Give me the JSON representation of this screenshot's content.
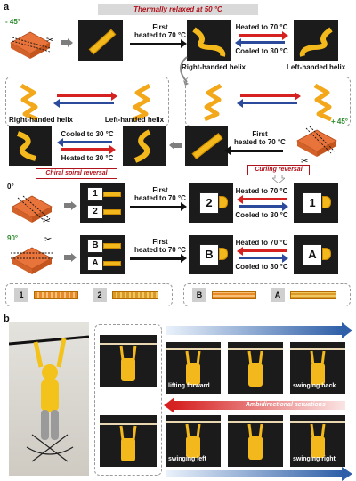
{
  "panels": {
    "a": "a",
    "b": "b"
  },
  "banner": "Thermally relaxed at 50 °C",
  "angles": {
    "minus45": "- 45°",
    "plus45": "+ 45°",
    "zero": "0°",
    "ninety": "90°"
  },
  "steps": {
    "first_heat": "First\nheated to 70 °C",
    "heated_70": "Heated to 70 °C",
    "cooled_30": "Cooled to 30 °C",
    "heated_30": "Heated to 30 °C"
  },
  "helix": {
    "right": "Right-handed helix",
    "left": "Left-handed helix"
  },
  "tags": {
    "chiral": "Chiral spiral reversal",
    "curling": "Curling reversal"
  },
  "cards": {
    "one": "1",
    "two": "2",
    "B": "B",
    "A": "A"
  },
  "legend": {
    "one": "1",
    "two": "2",
    "B": "B",
    "A": "A"
  },
  "actions": {
    "lifting_forward": "lifting forward",
    "swinging_back": "swinging back",
    "swinging_left": "swinging left",
    "swinging_right": "swinging right",
    "ambidirectional": "Ambidirectional actuations"
  },
  "colors": {
    "accent_red": "#d62121",
    "accent_blue": "#2c4a9c",
    "strip_yellow": "#f3b81b",
    "block_orange": "#e8743b"
  }
}
